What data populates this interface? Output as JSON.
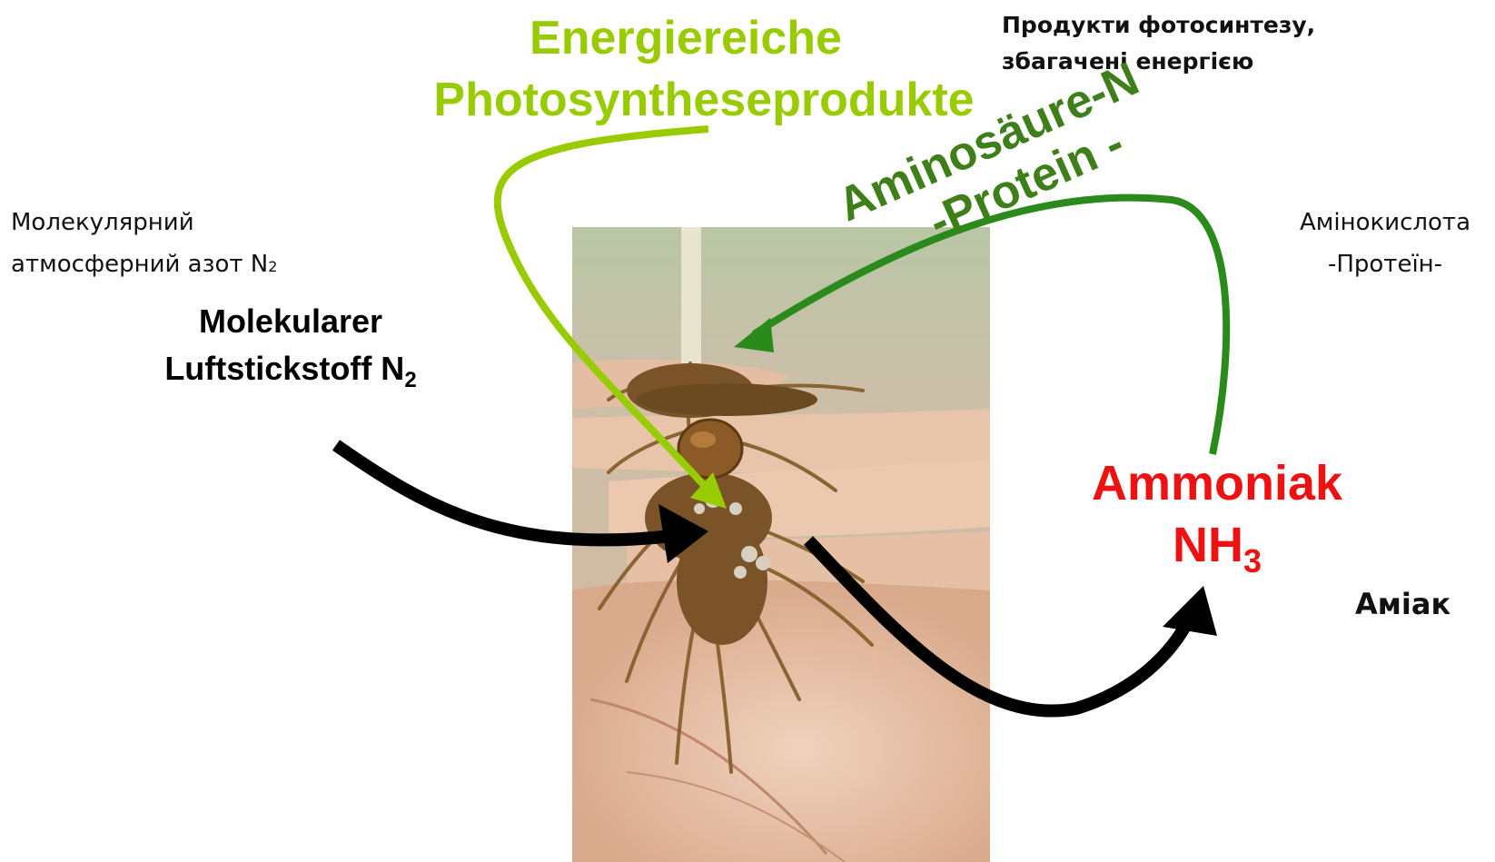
{
  "title_de": {
    "line1": "Energiereiche",
    "line2": "Photosyntheseprodukte"
  },
  "title_ukr": {
    "line1": "Продукти фотосинтезу,",
    "line2": "збагачені енергією"
  },
  "left_ukr": {
    "line1": "Молекулярний",
    "line2": "атмосферний азот N",
    "sub": "2"
  },
  "left_de": {
    "line1": "Molekularer",
    "line2": "Luftstickstoff N",
    "sub": "2"
  },
  "amino_de": {
    "line1": "Aminosäure-N",
    "line2": "-Protein -"
  },
  "amino_ukr": {
    "line1": "Амінокислота",
    "line2": "-Протеїн-"
  },
  "ammoniak_de": {
    "line1": "Ammoniak",
    "line2": "NH",
    "sub": "3"
  },
  "ammoniak_ukr": "Аміак",
  "colors": {
    "light_green": "#99cc00",
    "dark_green": "#2e7d1a",
    "amino_text": "#3f7f1a",
    "red": "#ee1111",
    "black": "#000000"
  }
}
